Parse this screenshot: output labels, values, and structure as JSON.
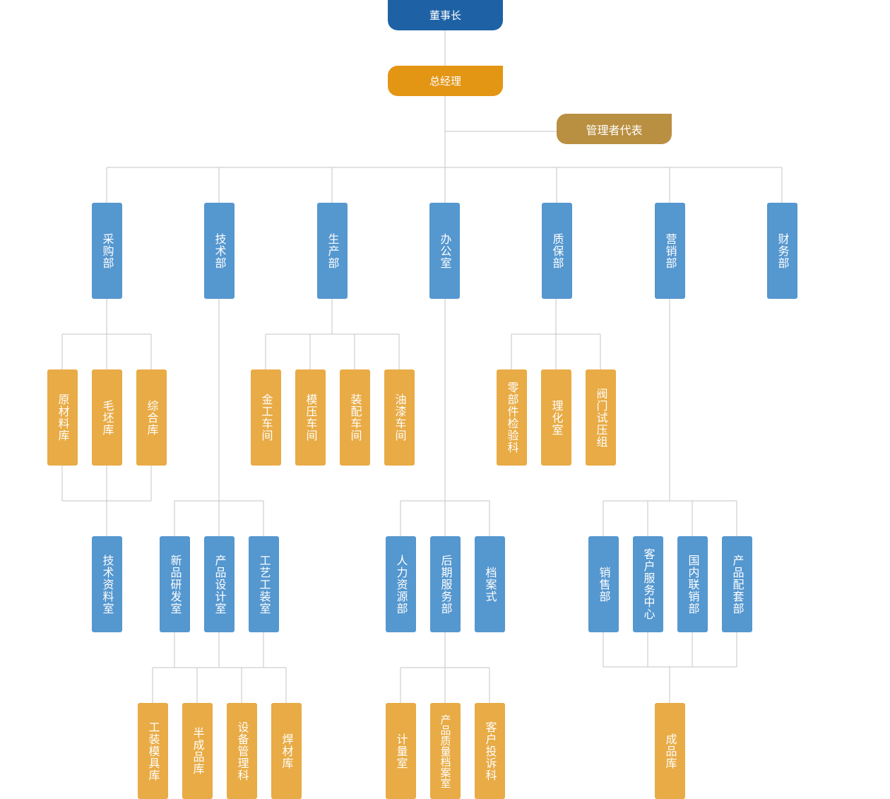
{
  "colors": {
    "chairman": "#1e62a5",
    "general_manager": "#e39514",
    "management_rep": "#b98f41",
    "blue_node": "#5597cf",
    "orange_node": "#e8ab45",
    "connector": "#c6c6c6"
  },
  "chairman": "董事长",
  "general_manager": "总经理",
  "management_rep": "管理者代表",
  "departments": [
    "采购部",
    "技术部",
    "生产部",
    "办公室",
    "质保部",
    "营销部",
    "财务部"
  ],
  "purchasing": {
    "subs": [
      "原材料库",
      "毛坯库",
      "综合库"
    ],
    "lower": "技术资料室"
  },
  "technology": {
    "subs": [
      "新品研发室",
      "产品设计室",
      "工艺工装室"
    ],
    "lower": [
      "工装模具库",
      "半成品库",
      "设备管理科",
      "焊材库"
    ]
  },
  "production": {
    "subs": [
      "金工车间",
      "模压车间",
      "装配车间",
      "油漆车间"
    ]
  },
  "office": {
    "subs": [
      "人力资源部",
      "后期服务部",
      "档案式"
    ],
    "lower": [
      "计量室",
      "产品质量档案室",
      "客户投诉科"
    ]
  },
  "quality": {
    "subs": [
      "零部件检验科",
      "理化室",
      "阀门试压组"
    ]
  },
  "marketing": {
    "subs": [
      "销售部",
      "客户服务中心",
      "国内联销部",
      "产品配套部"
    ],
    "lower": "成品库"
  }
}
